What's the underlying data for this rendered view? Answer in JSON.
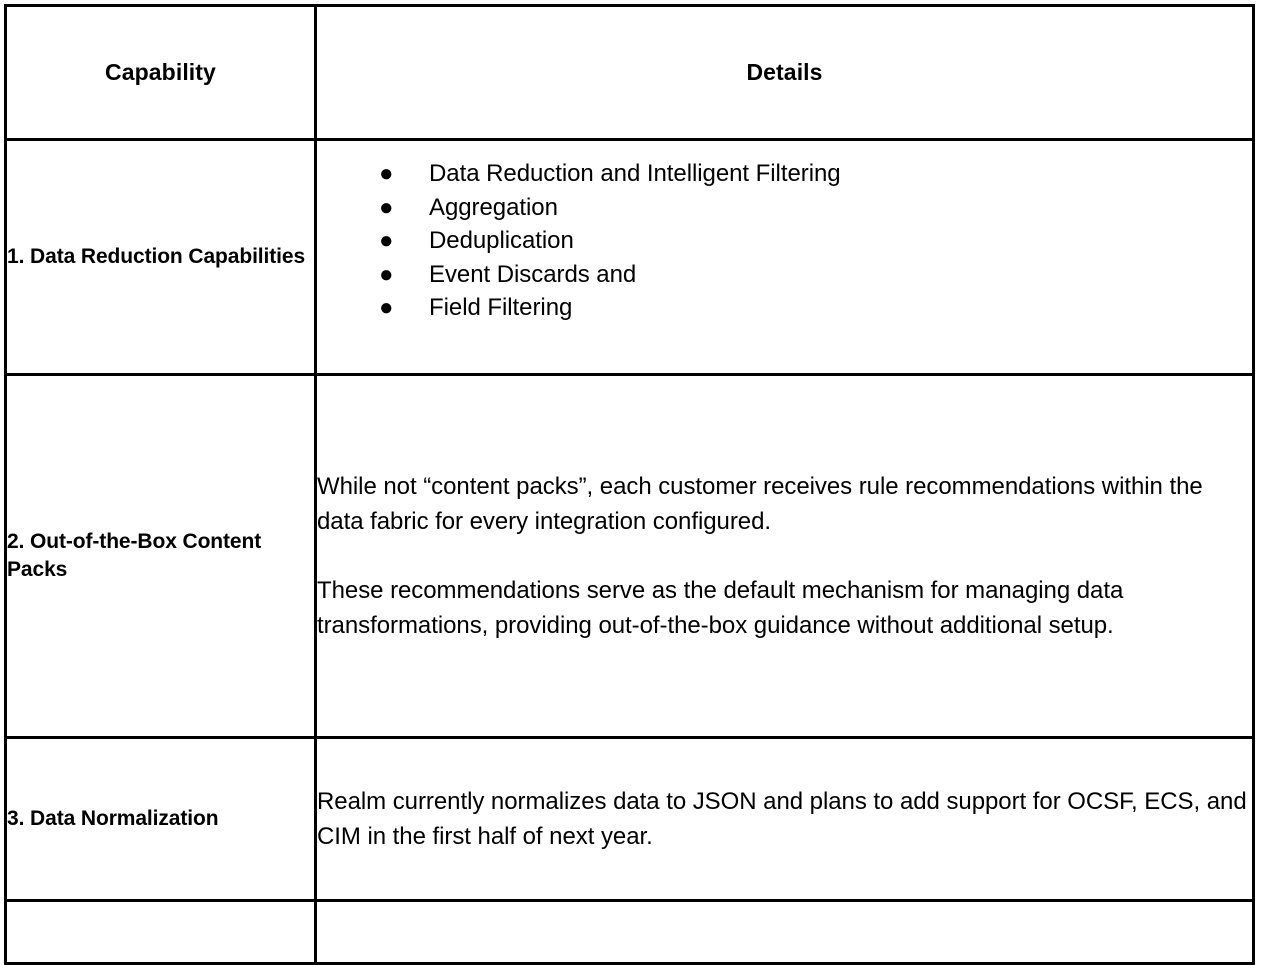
{
  "document": {
    "type": "capability-comparison-table",
    "background_color": "#ffffff",
    "text_color": "#000000",
    "border_color": "#000000"
  },
  "table": {
    "columns": [
      {
        "key": "capability",
        "header": "Capability",
        "align": "center"
      },
      {
        "key": "details",
        "header": "Details",
        "align": "center"
      }
    ],
    "rows": [
      {
        "capability": "1. Data Reduction Capabilities",
        "details_type": "bullets",
        "bullet_marker": "●",
        "bullets": [
          "Data Reduction and Intelligent Filtering",
          "Aggregation",
          "Deduplication",
          "Event Discards and",
          "Field Filtering"
        ]
      },
      {
        "capability": "2. Out-of-the-Box Content Packs",
        "details_type": "paragraphs",
        "paragraphs": [
          "While not “content packs”, each customer receives rule recommendations within the data fabric for every integration configured.",
          "These recommendations serve as the default mechanism for managing data transformations, providing out-of-the-box guidance without additional setup."
        ]
      },
      {
        "capability": "3. Data Normalization",
        "details_type": "paragraphs",
        "paragraphs": [
          "Realm currently normalizes data to JSON and plans to add support for OCSF, ECS, and CIM in the first half of next year."
        ]
      },
      {
        "capability": "",
        "details_type": "paragraphs",
        "paragraphs": [
          ""
        ]
      }
    ]
  }
}
